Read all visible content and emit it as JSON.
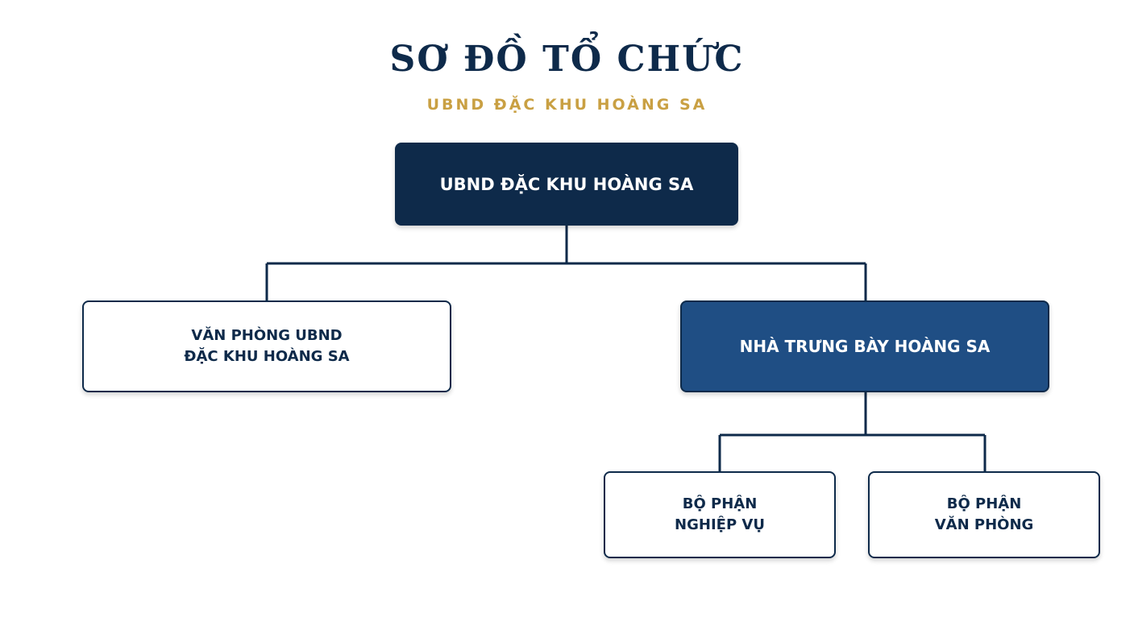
{
  "header": {
    "title": "SƠ ĐỒ TỔ CHỨC",
    "subtitle": "UBND ĐẶC KHU HOÀNG SA"
  },
  "colors": {
    "navy": "#0e2a4a",
    "blue": "#1f4e84",
    "gold": "#c9a043"
  },
  "nodes": {
    "root": {
      "lines": [
        "UBND ĐẶC KHU HOÀNG SA"
      ]
    },
    "office": {
      "lines": [
        "VĂN PHÒNG UBND",
        "ĐẶC KHU HOÀNG SA"
      ]
    },
    "museum": {
      "lines": [
        "NHÀ TRƯNG BÀY HOÀNG SA"
      ]
    },
    "professional": {
      "lines": [
        "BỘ PHẬN",
        "NGHIỆP VỤ"
      ]
    },
    "admin": {
      "lines": [
        "BỘ PHẬN",
        "VĂN PHÒNG"
      ]
    }
  }
}
